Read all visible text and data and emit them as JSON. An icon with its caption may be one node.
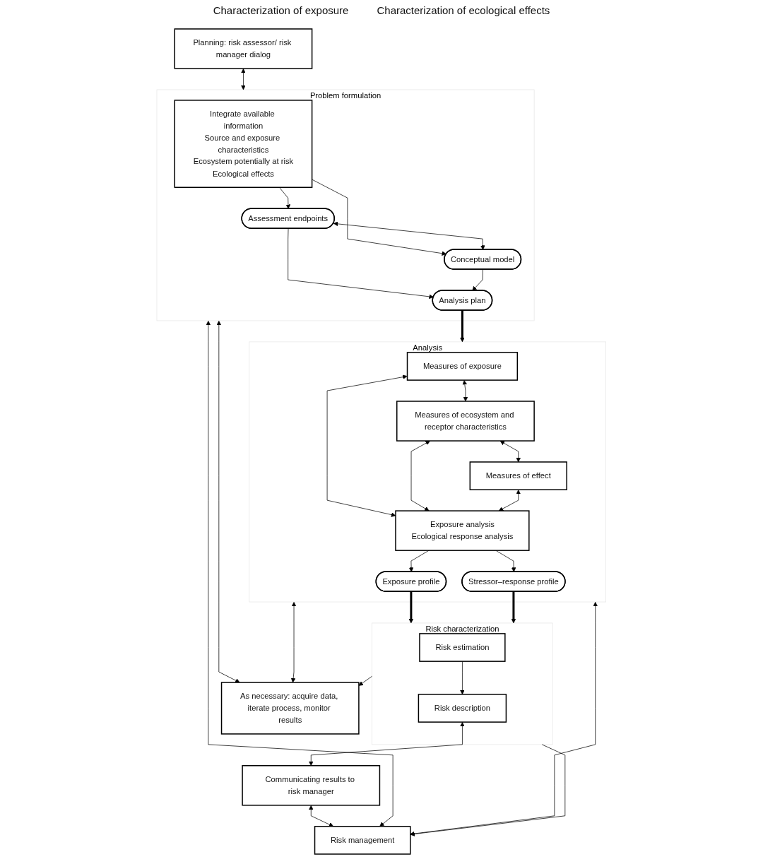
{
  "diagram": {
    "nodes": [
      {
        "text": [
          "Planning: risk assessor/ risk manager dialog"
        ]
      },
      {
        "text": [
          "As necessary: acquire data, iterate process, monitor results"
        ]
      },
      {
        "text": [
          "Problem formulation"
        ]
      },
      {
        "text": [
          "Integrate available information",
          "Source and exposure characteristics",
          "Ecosystem potentially at risk",
          "Ecological effects"
        ],
        "in": 2
      },
      {
        "text": [
          "Assessment endpoints"
        ],
        "in": 2
      },
      {
        "text": [
          "Conceptual model"
        ],
        "in": 2
      },
      {
        "text": [
          "Analysis plan"
        ],
        "in": 2
      },
      {
        "text": [
          "Analysis"
        ]
      },
      {
        "text": [
          "Measures of exposure"
        ],
        "in": 7
      },
      {
        "text": [
          "Measures of ecosystem and receptor characteristics"
        ],
        "in": 7
      },
      {
        "text": [
          "Measures of effect"
        ],
        "in": 7
      },
      {
        "text": [
          "Exposure analysis",
          "Ecological response analysis"
        ],
        "in": 7
      },
      {
        "text": [
          "Exposure profile"
        ],
        "in": 7
      },
      {
        "text": [
          "Stressor–response profile"
        ],
        "in": 7
      },
      {
        "text": [
          "Risk characterization"
        ]
      },
      {
        "text": [
          "Risk estimation"
        ],
        "in": 14
      },
      {
        "text": [
          "Risk description"
        ],
        "in": 14
      },
      {
        "text": [
          "Communicating results to risk manager"
        ]
      },
      {
        "text": [
          "Risk management"
        ]
      }
    ],
    "edges": [
      {
        "from": 0,
        "to": 2,
        "arrow": "both"
      },
      {
        "from": 3,
        "to": 4,
        "arrow": "to"
      },
      {
        "from": 3,
        "to": 5,
        "arrow": "to"
      },
      {
        "from": 4,
        "to": 5,
        "arrow": "both"
      },
      {
        "from": 4,
        "to": 6,
        "arrow": "to"
      },
      {
        "from": 5,
        "to": 6,
        "arrow": "to"
      },
      {
        "from": 6,
        "to": 7,
        "arrow": "to",
        "style": "thick"
      },
      {
        "from": 8,
        "to": 9,
        "arrow": "both"
      },
      {
        "from": 9,
        "to": 10,
        "arrow": "both"
      },
      {
        "from": 8,
        "to": 11,
        "arrow": "both"
      },
      {
        "from": 9,
        "to": 11,
        "arrow": "both"
      },
      {
        "from": 10,
        "to": 11,
        "arrow": "both"
      },
      {
        "from": 11,
        "to": 12,
        "arrow": "to"
      },
      {
        "from": 11,
        "to": 13,
        "arrow": "to"
      },
      {
        "from": 12,
        "to": 14,
        "arrow": "to",
        "style": "thick"
      },
      {
        "from": 13,
        "to": 14,
        "arrow": "to",
        "style": "thick"
      },
      {
        "from": 15,
        "to": 16,
        "arrow": "to"
      },
      {
        "from": 16,
        "to": 17,
        "arrow": "both"
      },
      {
        "from": 17,
        "to": 18,
        "arrow": "both"
      },
      {
        "from": 2,
        "to": 1,
        "arrow": "both"
      },
      {
        "from": 2,
        "to": 18,
        "arrow": "both"
      },
      {
        "from": 7,
        "to": 1,
        "arrow": "both"
      },
      {
        "from": 7,
        "to": 18,
        "arrow": "both"
      },
      {
        "from": 14,
        "to": 1,
        "arrow": "to"
      },
      {
        "from": 14,
        "to": 18,
        "arrow": "to"
      }
    ],
    "labels": [
      "Characterization of exposure",
      "Characterization of ecological effects"
    ]
  }
}
